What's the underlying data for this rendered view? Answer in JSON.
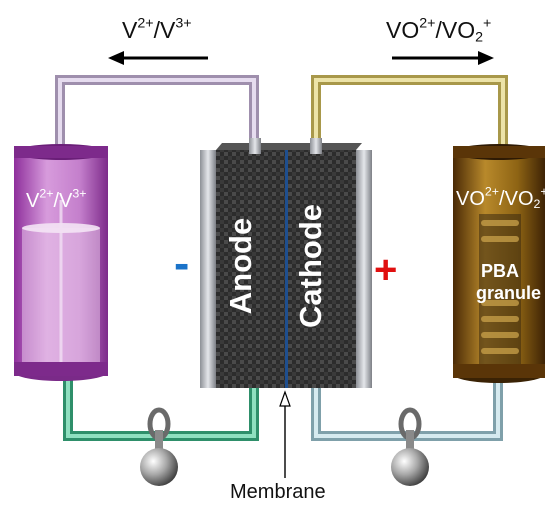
{
  "top_labels": {
    "left": {
      "base": "V",
      "sup1": "2+",
      "mid": "/V",
      "sup2": "3+"
    },
    "right": {
      "base": "VO",
      "sup1": "2+",
      "mid": "/VO",
      "sub": "2",
      "sup2": "+"
    }
  },
  "tanks": {
    "left": {
      "base": "V",
      "sup1": "2+",
      "mid": "/V",
      "sup2": "3+",
      "color": "#b45fc0"
    },
    "right": {
      "base": "VO",
      "sup1": "2+",
      "mid": "/VO",
      "sub": "2",
      "sup2": "+",
      "color": "#6b4208",
      "granule_line1": "PBA",
      "granule_line2": "granule"
    }
  },
  "cell": {
    "anode": "Anode",
    "cathode": "Cathode",
    "membrane": "Membrane"
  },
  "signs": {
    "negative": "-",
    "negative_color": "#1a73c9",
    "positive": "+",
    "positive_color": "#e00f0f"
  },
  "arrows": {
    "left_direction": "left",
    "right_direction": "right"
  }
}
